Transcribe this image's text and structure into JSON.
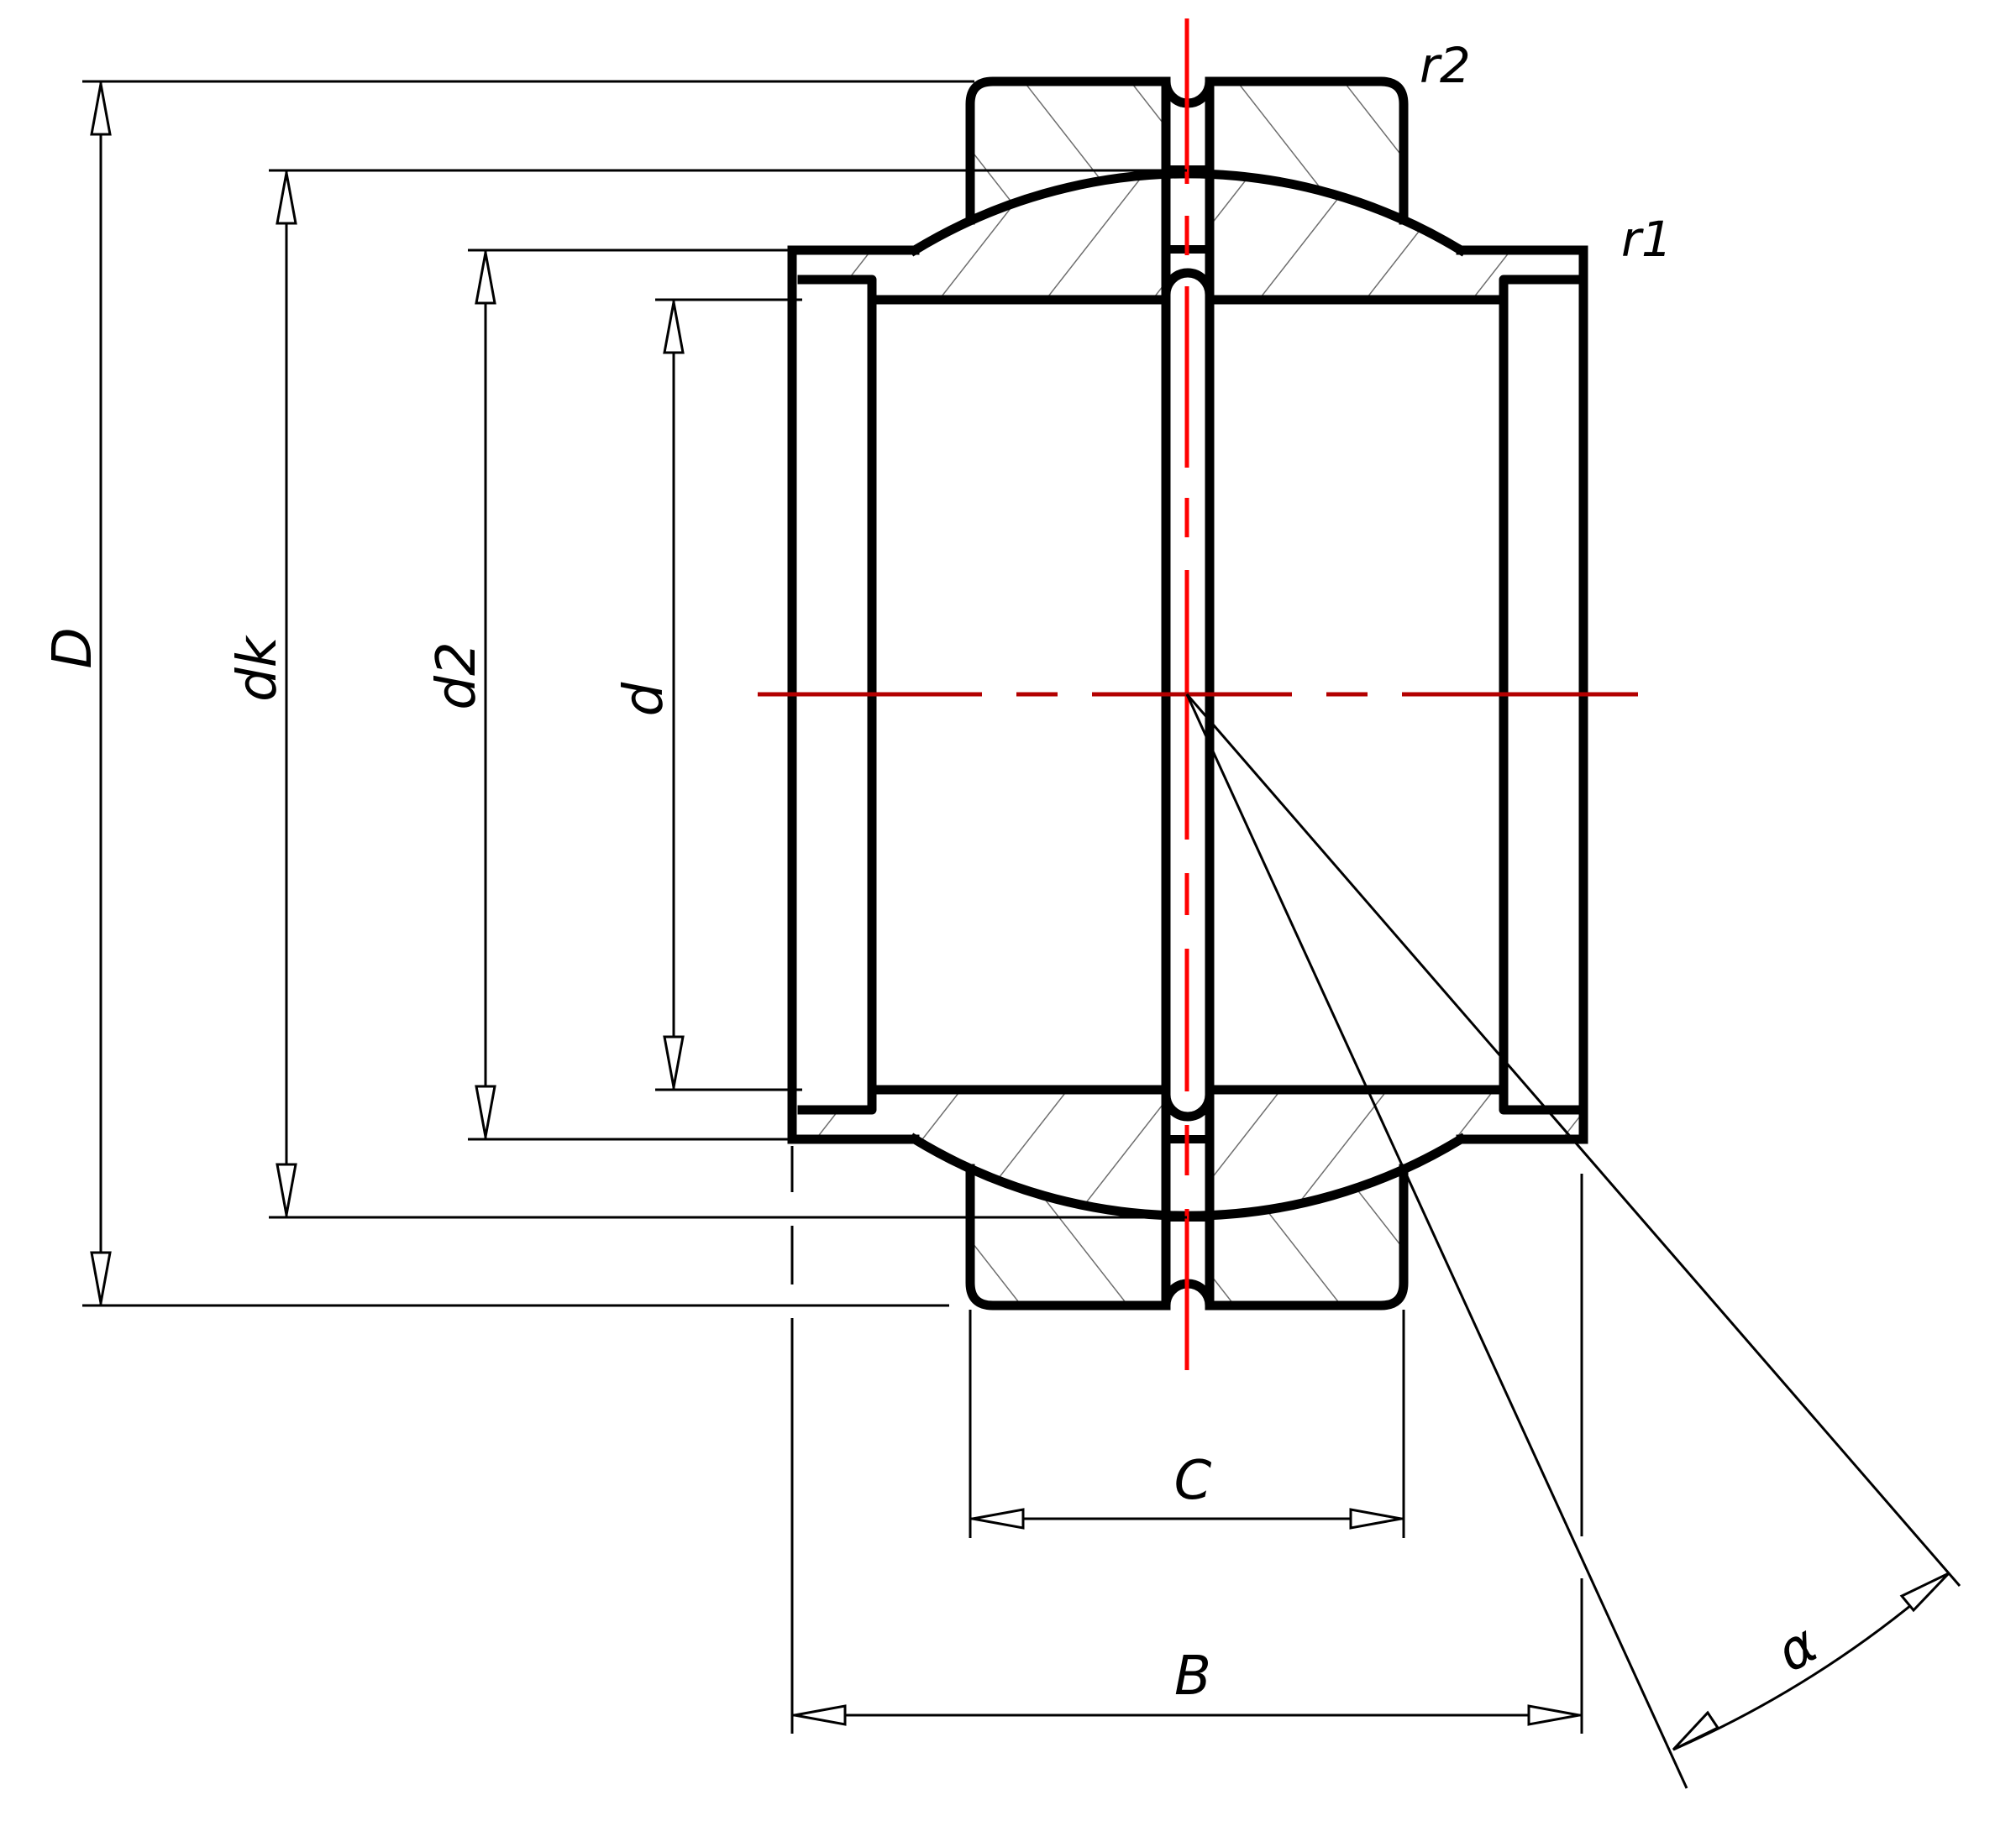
{
  "drawing": {
    "title": "Spherical plain bearing cross-section with dimensions",
    "colors": {
      "outline": "#000000",
      "hatch": "#6e6e6e",
      "centerline_vertical": "#ff0000",
      "centerline_horizontal": "#b30000",
      "background": "#ffffff"
    }
  },
  "dimensions": {
    "outer_diameter": {
      "symbol": "D"
    },
    "sphere_diameter": {
      "symbol": "dk"
    },
    "shoulder_diameter": {
      "symbol": "d2"
    },
    "bore_diameter": {
      "symbol": "d"
    },
    "outer_ring_width": {
      "symbol": "C"
    },
    "inner_ring_width": {
      "symbol": "B"
    },
    "tilt_angle": {
      "symbol": "α"
    }
  },
  "radii": {
    "inner_ring_chamfer": {
      "symbol": "r1"
    },
    "outer_ring_chamfer": {
      "symbol": "r2"
    }
  }
}
